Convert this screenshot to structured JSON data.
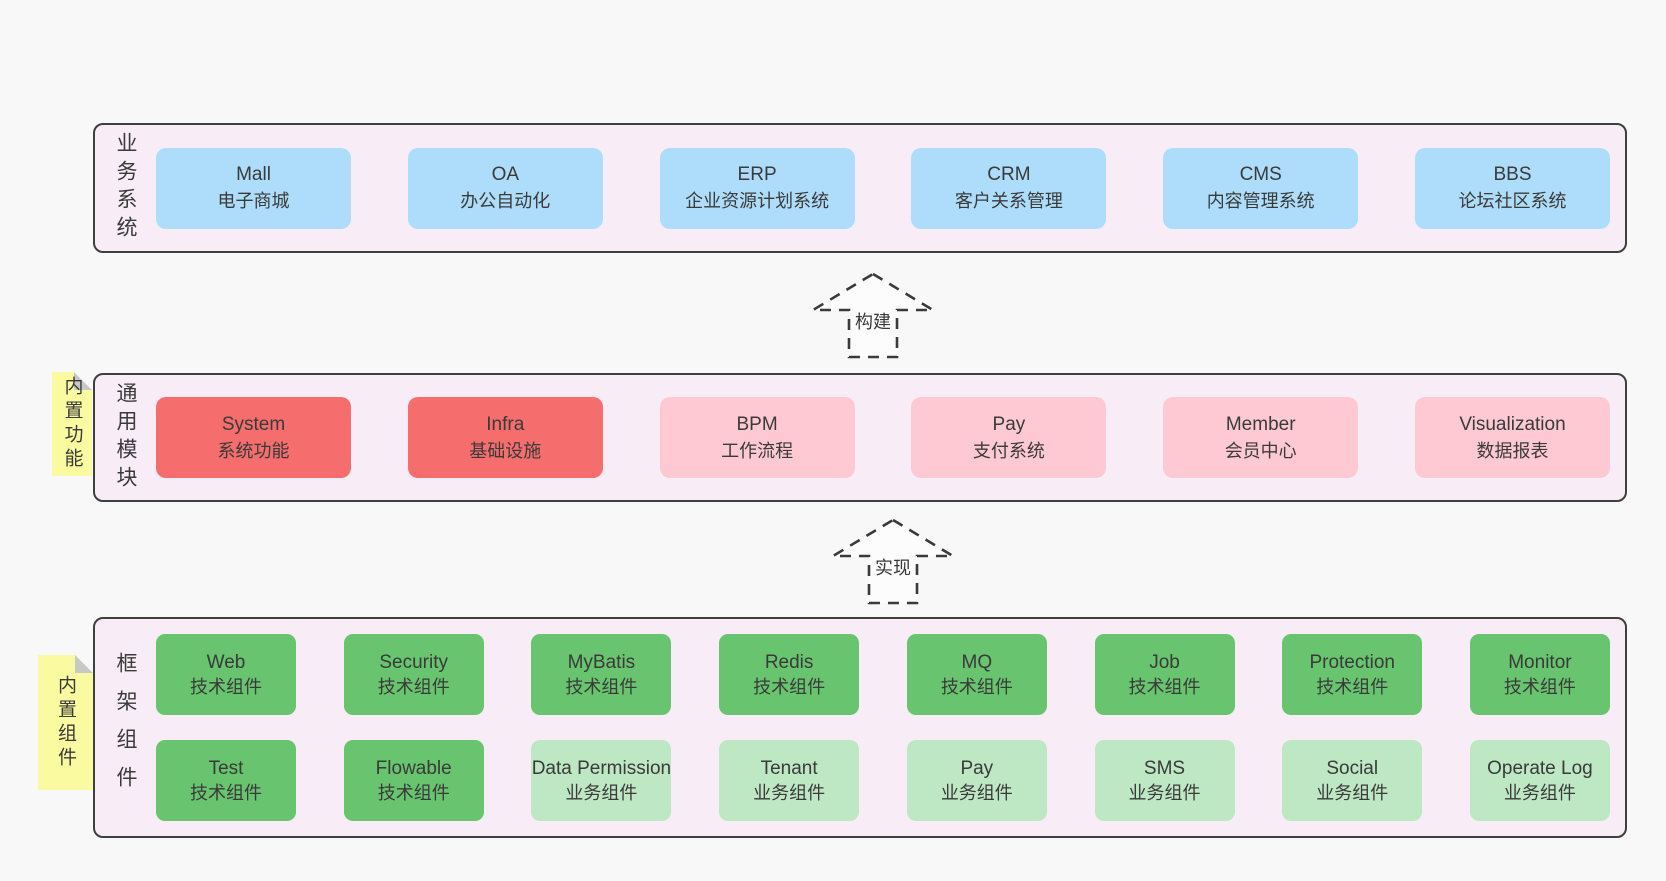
{
  "colors": {
    "page_bg": "#f8f8f8",
    "panel_bg": "#f8edf6",
    "panel_border": "#3f3f3f",
    "text": "#3a3a3a",
    "blue": "#aeddfb",
    "red": "#f56d6d",
    "pink": "#fec9d2",
    "green": "#68c46e",
    "light_green": "#bee7c4",
    "sticky_yellow": "#fafaa0",
    "fold_gray": "#c8c8c8"
  },
  "arrows": [
    {
      "label": "构建"
    },
    {
      "label": "实现"
    }
  ],
  "sections": [
    {
      "side_label": "业务系统",
      "tag": "",
      "rows": [
        [
          {
            "name": "Mall",
            "desc": "电子商城",
            "variant": "blue"
          },
          {
            "name": "OA",
            "desc": "办公自动化",
            "variant": "blue"
          },
          {
            "name": "ERP",
            "desc": "企业资源计划系统",
            "variant": "blue"
          },
          {
            "name": "CRM",
            "desc": "客户关系管理",
            "variant": "blue"
          },
          {
            "name": "CMS",
            "desc": "内容管理系统",
            "variant": "blue"
          },
          {
            "name": "BBS",
            "desc": "论坛社区系统",
            "variant": "blue"
          }
        ]
      ]
    },
    {
      "side_label": "通用模块",
      "tag": "内置功能",
      "rows": [
        [
          {
            "name": "System",
            "desc": "系统功能",
            "variant": "red"
          },
          {
            "name": "Infra",
            "desc": "基础设施",
            "variant": "red"
          },
          {
            "name": "BPM",
            "desc": "工作流程",
            "variant": "pink"
          },
          {
            "name": "Pay",
            "desc": "支付系统",
            "variant": "pink"
          },
          {
            "name": "Member",
            "desc": "会员中心",
            "variant": "pink"
          },
          {
            "name": "Visualization",
            "desc": "数据报表",
            "variant": "pink"
          }
        ]
      ]
    },
    {
      "side_label": "框架组件",
      "tag": "内置组件",
      "rows": [
        [
          {
            "name": "Web",
            "desc": "技术组件",
            "variant": "green"
          },
          {
            "name": "Security",
            "desc": "技术组件",
            "variant": "green"
          },
          {
            "name": "MyBatis",
            "desc": "技术组件",
            "variant": "green"
          },
          {
            "name": "Redis",
            "desc": "技术组件",
            "variant": "green"
          },
          {
            "name": "MQ",
            "desc": "技术组件",
            "variant": "green"
          },
          {
            "name": "Job",
            "desc": "技术组件",
            "variant": "green"
          },
          {
            "name": "Protection",
            "desc": "技术组件",
            "variant": "green"
          },
          {
            "name": "Monitor",
            "desc": "技术组件",
            "variant": "green"
          }
        ],
        [
          {
            "name": "Test",
            "desc": "技术组件",
            "variant": "green"
          },
          {
            "name": "Flowable",
            "desc": "技术组件",
            "variant": "green"
          },
          {
            "name": "Data Permission",
            "desc": "业务组件",
            "variant": "light_green"
          },
          {
            "name": "Tenant",
            "desc": "业务组件",
            "variant": "light_green"
          },
          {
            "name": "Pay",
            "desc": "业务组件",
            "variant": "light_green"
          },
          {
            "name": "SMS",
            "desc": "业务组件",
            "variant": "light_green"
          },
          {
            "name": "Social",
            "desc": "业务组件",
            "variant": "light_green"
          },
          {
            "name": "Operate Log",
            "desc": "业务组件",
            "variant": "light_green"
          }
        ]
      ]
    }
  ]
}
